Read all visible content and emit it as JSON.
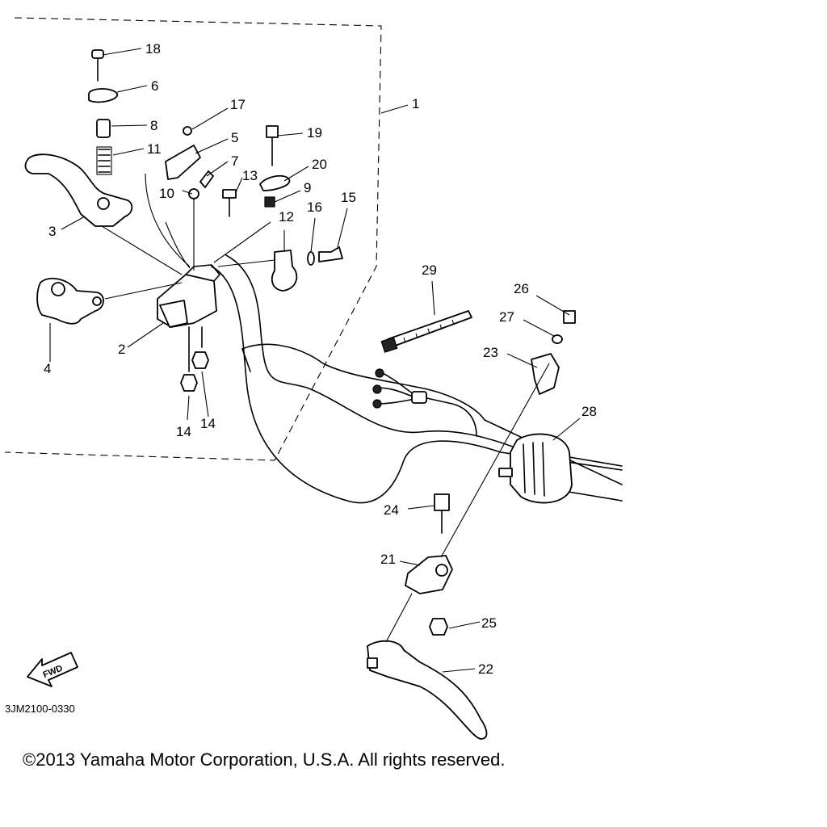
{
  "diagram_code": "3JM2100-0330",
  "fwd_label": "FWD",
  "copyright": "©2013 Yamaha Motor Corporation, U.S.A. All rights reserved.",
  "callouts": {
    "c1": "1",
    "c2": "2",
    "c3": "3",
    "c4": "4",
    "c5": "5",
    "c6": "6",
    "c7": "7",
    "c8": "8",
    "c9": "9",
    "c10": "10",
    "c11": "11",
    "c12": "12",
    "c13": "13",
    "c14a": "14",
    "c14b": "14",
    "c15": "15",
    "c16": "16",
    "c17": "17",
    "c18": "18",
    "c19": "19",
    "c20": "20",
    "c21": "21",
    "c22": "22",
    "c23": "23",
    "c24": "24",
    "c25": "25",
    "c26": "26",
    "c27": "27",
    "c28": "28",
    "c29": "29"
  }
}
